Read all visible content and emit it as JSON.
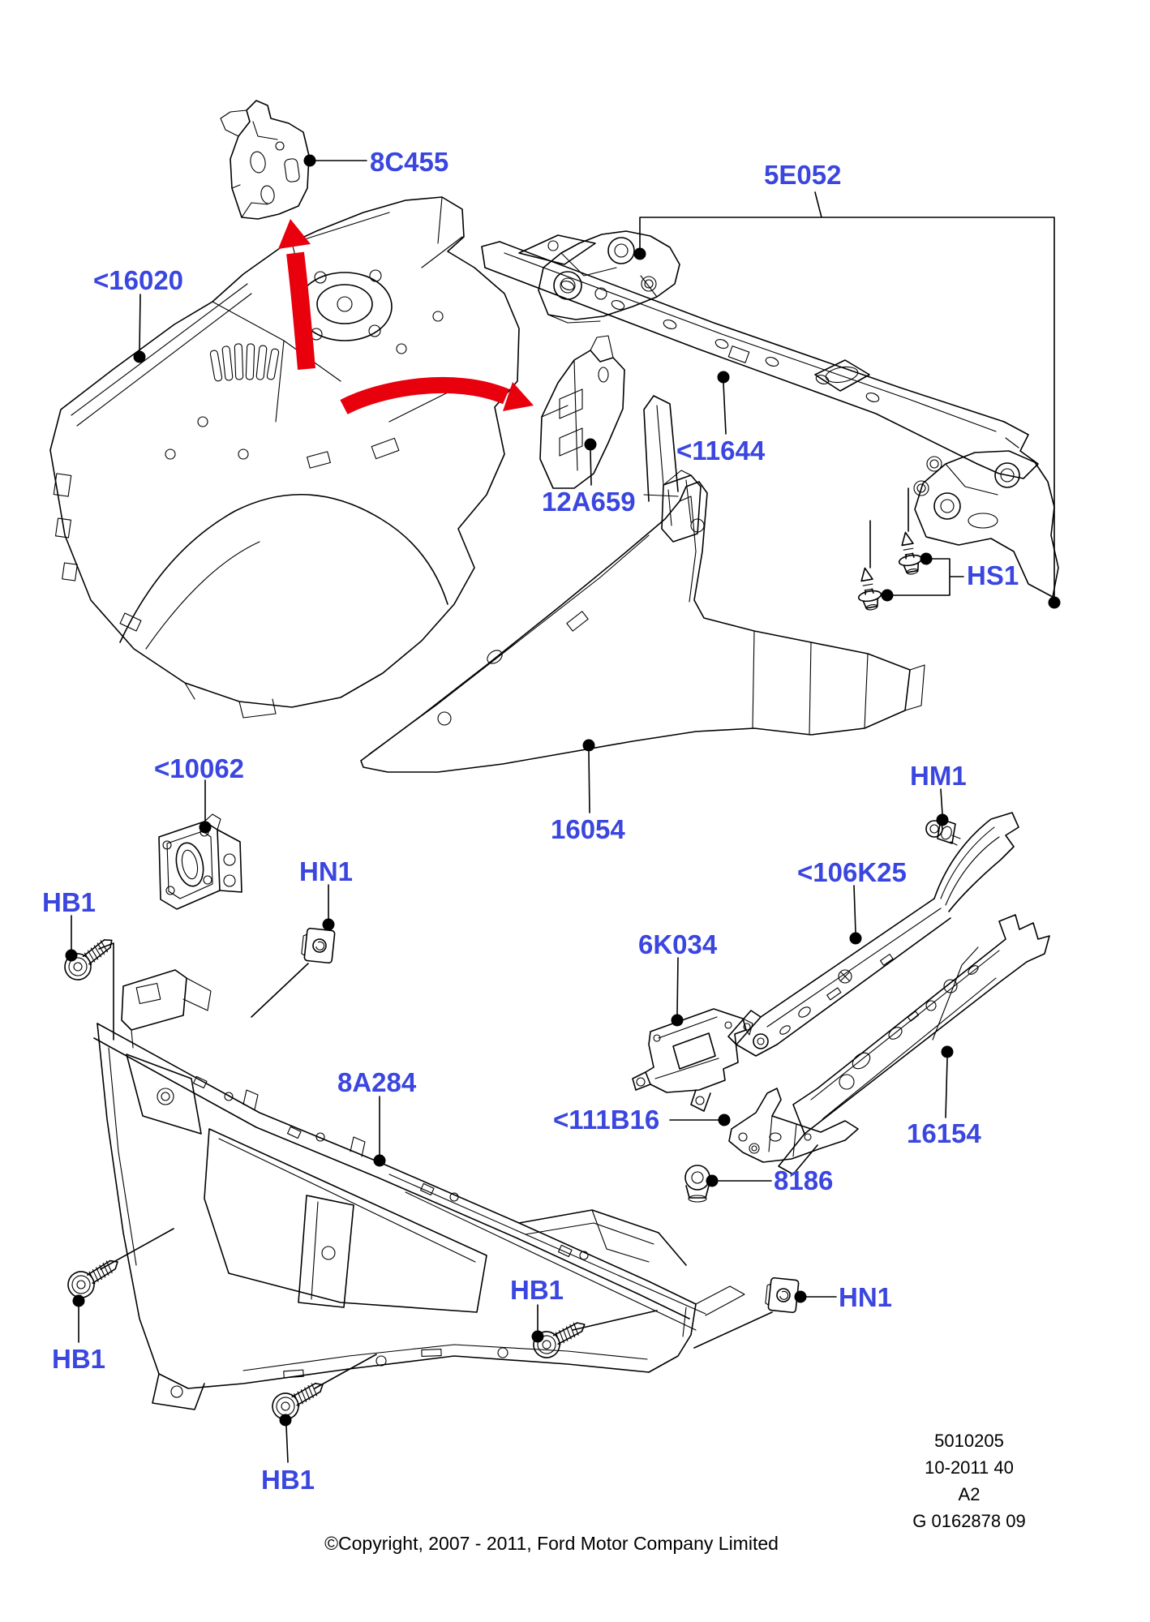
{
  "page": {
    "background": "#ffffff"
  },
  "colors": {
    "label_blue": "#3A46DF",
    "line_black": "#000000",
    "arrow_red": "#E8000D",
    "dot_black": "#000000"
  },
  "labels": {
    "p8c455": {
      "text": "8C455"
    },
    "p5e052": {
      "text": "5E052"
    },
    "p16020": {
      "text": "<16020"
    },
    "p11644": {
      "text": "<11644"
    },
    "p12a659": {
      "text": "12A659"
    },
    "hs1": {
      "text": "HS1"
    },
    "p10062": {
      "text": "<10062"
    },
    "hm1": {
      "text": "HM1"
    },
    "p16054": {
      "text": "16054"
    },
    "p106k25": {
      "text": "<106K25"
    },
    "hn1_left": {
      "text": "HN1"
    },
    "hb1_left": {
      "text": "HB1"
    },
    "p6k034": {
      "text": "6K034"
    },
    "p8a284": {
      "text": "8A284"
    },
    "p111b16": {
      "text": "<111B16"
    },
    "p16154": {
      "text": "16154"
    },
    "p8186": {
      "text": "8186"
    },
    "hb1_mid": {
      "text": "HB1"
    },
    "hn1_right": {
      "text": "HN1"
    },
    "hb1_bottom_left": {
      "text": "HB1"
    },
    "hb1_bottom": {
      "text": "HB1"
    }
  },
  "footer": {
    "doc_number": "5010205",
    "revision": "10-2011 40",
    "sheet": "A2",
    "drawing_number": "G 0162878 09",
    "copyright": "©Copyright, 2007 - 2011, Ford Motor Company Limited"
  }
}
